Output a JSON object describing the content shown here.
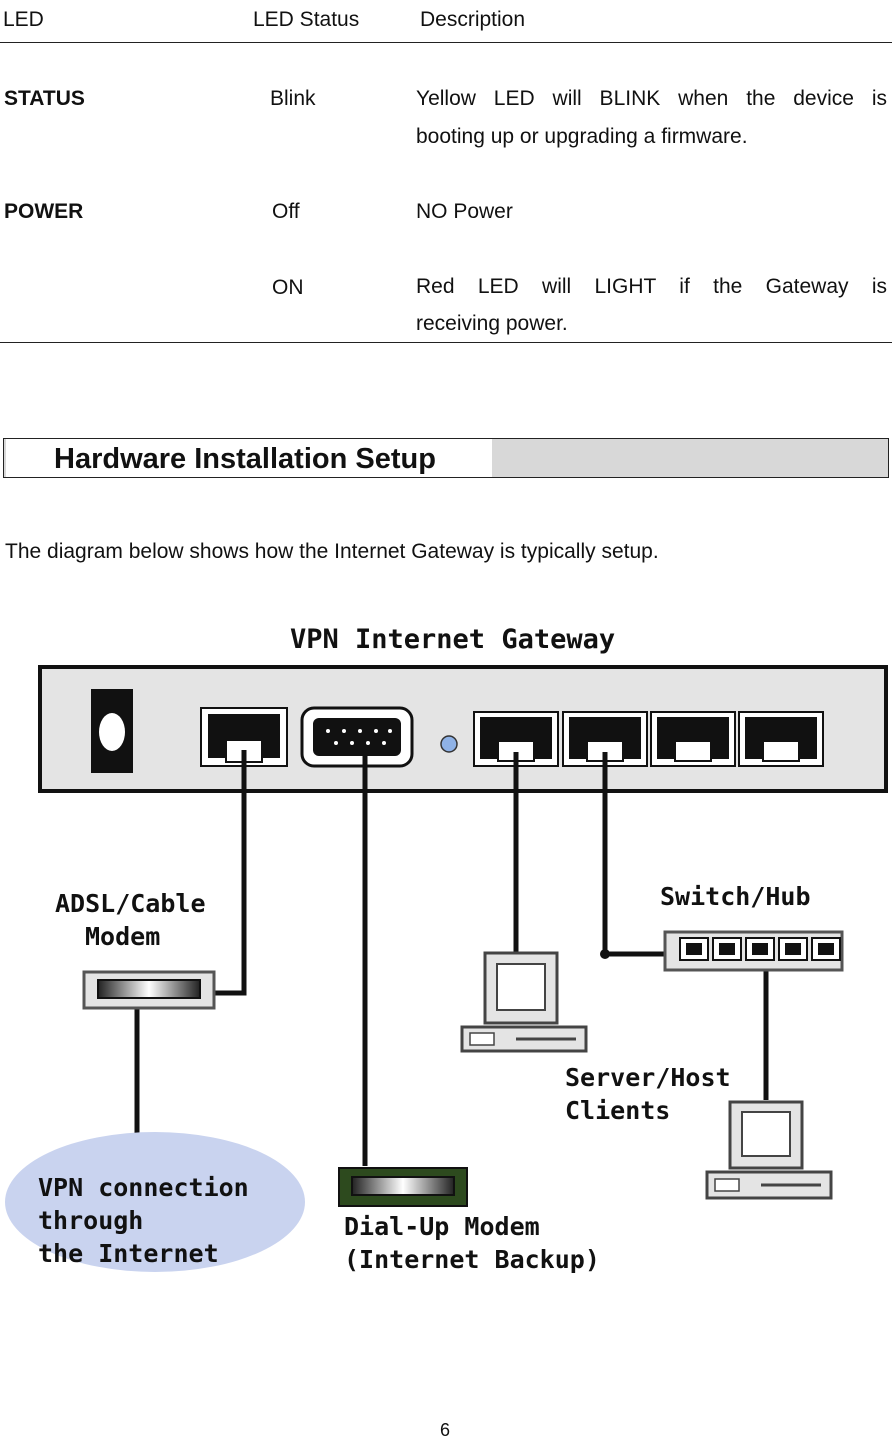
{
  "table": {
    "headers": {
      "led": "LED",
      "status": "LED Status",
      "description": "Description"
    },
    "rows": [
      {
        "led": "STATUS",
        "status": "Blink",
        "description_line1": "Yellow LED will BLINK when the device is",
        "description_line2": "booting up or upgrading a firmware."
      },
      {
        "led": "POWER",
        "status": "Off",
        "description": "NO Power"
      },
      {
        "led": "",
        "status": "ON",
        "description_line1": "Red LED will LIGHT if the Gateway is",
        "description_line2": "receiving power."
      }
    ]
  },
  "section": {
    "title": "Hardware Installation Setup"
  },
  "intro": "The diagram below shows how the Internet Gateway is typically setup.",
  "diagram": {
    "title": "VPN Internet Gateway",
    "adsl_line1": "ADSL/Cable",
    "adsl_line2": "Modem",
    "switch_label": "Switch/Hub",
    "server_line1": "Server/Host",
    "server_line2": "Clients",
    "vpn_line1": "VPN connection",
    "vpn_line2": "through",
    "vpn_line3": "the Internet",
    "dialup_line1": "Dial-Up Modem",
    "dialup_line2": "(Internet Backup)",
    "colors": {
      "cloud": "#c9d3ef",
      "device_frame": "#e4e4e4",
      "dialup_body": "#2d4a1e",
      "led_dot": "#8fb2e6"
    }
  },
  "page_number": "6"
}
